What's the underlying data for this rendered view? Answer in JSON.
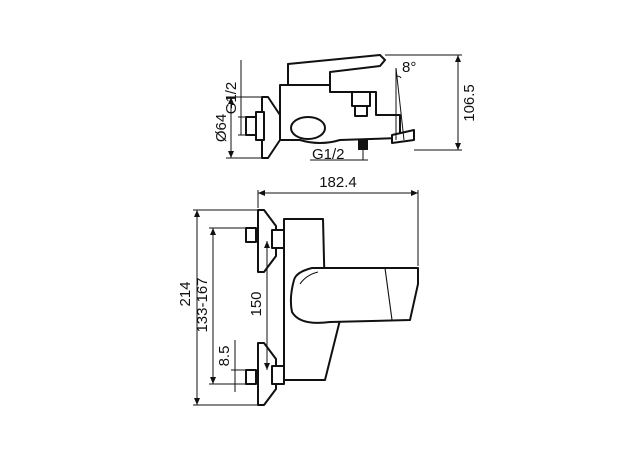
{
  "dimensions": {
    "g12_top": "G1/2",
    "dia64": "Ø64",
    "angle8": "8°",
    "h1065": "106.5",
    "g12_bottom": "G1/2",
    "w1824": "182.4",
    "h214": "214",
    "range133167": "133-167",
    "c150": "150",
    "o85": "8.5"
  }
}
